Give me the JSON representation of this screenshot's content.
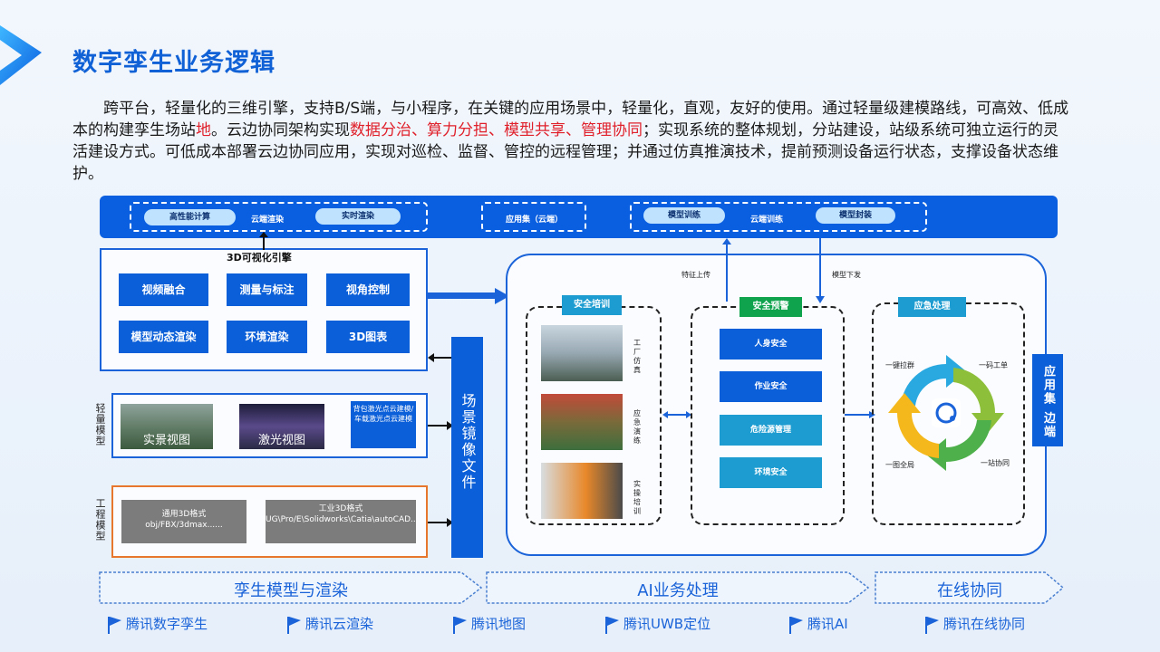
{
  "title": "数字孪生业务逻辑",
  "intro": {
    "part1": "跨平台，轻量化的三维引擎，支持B/S端，与小程序，在关键的应用场景中，轻量化，直观，友好的使用。通过轻量级建模路线，可高效、低成本的构建孪生场站",
    "red1": "地",
    "part2": "。云边协同架构实现",
    "red2": "数据分治、算力分担、模型共享、管理协同",
    "part3": "；实现系统的整体规划，分站建设，站级系统可独立运行的灵活建设方式。可低成本部署云边协同应用，实现对巡检、监督、管控的远程管理；并通过仿真推演技术，提前预测设备运行状态，支撑设备状态维护。"
  },
  "cloud_bar": {
    "hpc": "高性能计算",
    "cloud_render": "云端渲染",
    "realtime_render": "实时渲染",
    "app_set_cloud": "应用集（云端）",
    "model_training": "模型训练",
    "cloud_training": "云端训练",
    "model_package": "模型封装"
  },
  "engine": {
    "title": "3D可视化引擎",
    "buttons": [
      "视频融合",
      "测量与标注",
      "视角控制",
      "模型动态渲染",
      "环境渲染",
      "3D图表"
    ]
  },
  "light_model": {
    "side_label": "轻量模型",
    "photo1": "实景视图",
    "photo2": "激光视图",
    "card": "背包激光点云建模/车载激光点云建模"
  },
  "eng_model": {
    "side_label": "工程模型",
    "card1_line1": "通用3D格式",
    "card1_line2": "obj/FBX/3dmax......",
    "card2_line1": "工业3D格式",
    "card2_line2": "UG\\Pro/E\\Solidworks\\Catia\\autoCAD......"
  },
  "mirror_label": "场景镜像文件",
  "uplink": {
    "feature_upload": "特征上传",
    "model_download": "模型下发"
  },
  "safety_training": {
    "head": "安全培训",
    "items": [
      "工厂仿真",
      "应急演练",
      "实操培训"
    ]
  },
  "safety_warning": {
    "head": "安全预警",
    "items": [
      "人身安全",
      "作业安全",
      "危险源管理",
      "环境安全"
    ]
  },
  "emergency": {
    "head": "应急处理",
    "labels": [
      "一键拉群",
      "一码工单",
      "一图全局",
      "一站协同"
    ]
  },
  "edge_label": "应用集 边端",
  "stages": [
    "孪生模型与渲染",
    "AI业务处理",
    "在线协同"
  ],
  "products": [
    "腾讯数字孪生",
    "腾讯云渲染",
    "腾讯地图",
    "腾讯UWB定位",
    "腾讯AI",
    "腾讯在线协同"
  ],
  "colors": {
    "primary": "#0b5fd8",
    "teal": "#1c9cd0",
    "green_head": "#0fa34e",
    "highlight": "#e0202a",
    "orange_border": "#e8772e"
  }
}
